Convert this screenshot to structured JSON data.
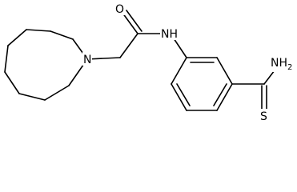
{
  "molecule": {
    "atoms": {
      "oxygen": "O",
      "amide_nh": "NH",
      "ring_nitrogen": "N",
      "thioamide_nh2": "NH",
      "thioamide_nh2_subscript": "2",
      "sulfur": "S"
    },
    "colors": {
      "bond": "#000000",
      "label": "#000000",
      "background": "#ffffff"
    }
  }
}
